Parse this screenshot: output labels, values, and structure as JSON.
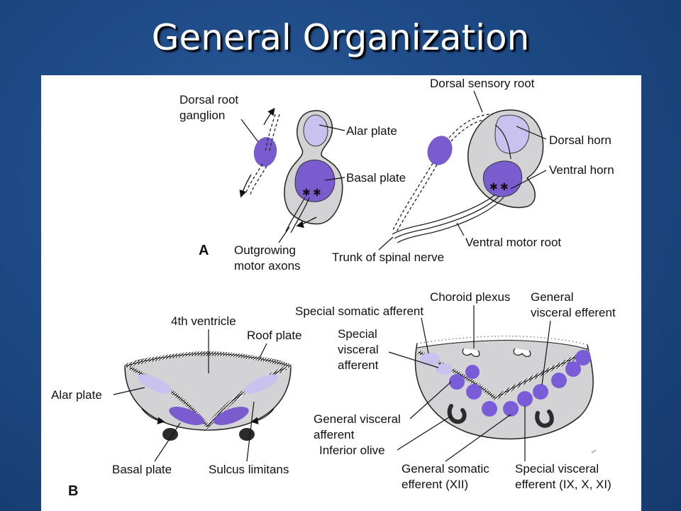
{
  "slide": {
    "title": "General Organization"
  },
  "figure": {
    "panel_a": {
      "letter": "A",
      "labels": {
        "dorsal_root_ganglion_line1": "Dorsal root",
        "dorsal_root_ganglion_line2": "ganglion",
        "alar_plate": "Alar plate",
        "basal_plate": "Basal plate",
        "outgrowing_line1": "Outgrowing",
        "outgrowing_line2": "motor axons",
        "dorsal_sensory_root": "Dorsal sensory root",
        "dorsal_horn": "Dorsal horn",
        "ventral_horn": "Ventral horn",
        "ventral_motor_root": "Ventral motor root",
        "trunk_of_spinal_nerve": "Trunk of spinal nerve"
      }
    },
    "panel_b": {
      "letter": "B",
      "labels": {
        "fourth_ventricle": "4th ventricle",
        "roof_plate": "Roof plate",
        "alar_plate": "Alar plate",
        "basal_plate": "Basal plate",
        "sulcus_limitans": "Sulcus limitans",
        "special_somatic_afferent": "Special somatic afferent",
        "choroid_plexus": "Choroid plexus",
        "general_visceral_efferent_line1": "General",
        "general_visceral_efferent_line2": "visceral efferent",
        "special_visceral_afferent_line1": "Special",
        "special_visceral_afferent_line2": "visceral",
        "special_visceral_afferent_line3": "afferent",
        "general_visceral_afferent_line1": "General visceral",
        "general_visceral_afferent_line2": "afferent",
        "inferior_olive": "Inferior olive",
        "general_somatic_efferent_line1": "General somatic",
        "general_somatic_efferent_line2": "efferent (XII)",
        "special_visceral_efferent_line1": "Special visceral",
        "special_visceral_efferent_line2": "efferent (IX, X, XI)"
      }
    }
  },
  "colors": {
    "tissue_gray": "#d3d3d6",
    "alar_light": "#c9c1ee",
    "basal_purple": "#7b5ccf",
    "nucleus_purple": "#7a5cd8",
    "dark_nucleus": "#2b2b2b",
    "slide_blue": "#1d4a85"
  }
}
